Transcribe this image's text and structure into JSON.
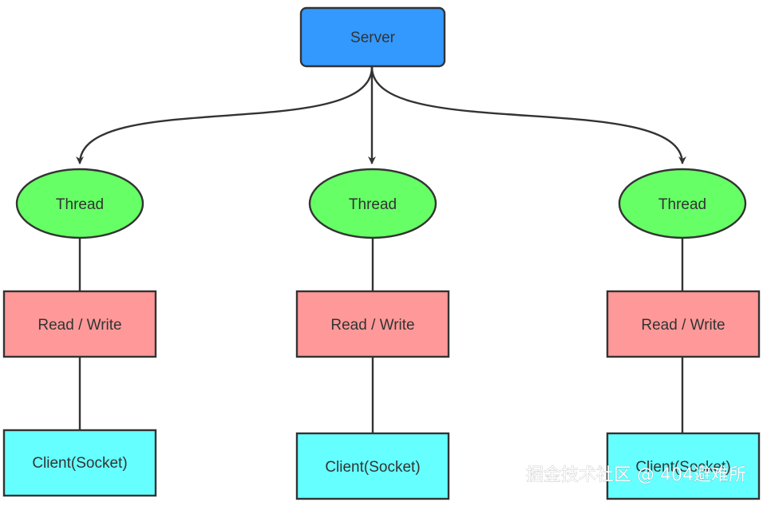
{
  "server": {
    "label": "Server"
  },
  "columns": [
    {
      "thread": "Thread",
      "io": "Read / Write",
      "client": "Client(Socket)"
    },
    {
      "thread": "Thread",
      "io": "Read / Write",
      "client": "Client(Socket)"
    },
    {
      "thread": "Thread",
      "io": "Read / Write",
      "client": "Client(Socket)"
    }
  ],
  "watermark": "掘金技术社区 @ 404避难所",
  "colors": {
    "server_fill": "#3399ff",
    "thread_fill": "#66ff66",
    "io_fill": "#ff9999",
    "client_fill": "#66ffff",
    "stroke": "#333333"
  }
}
